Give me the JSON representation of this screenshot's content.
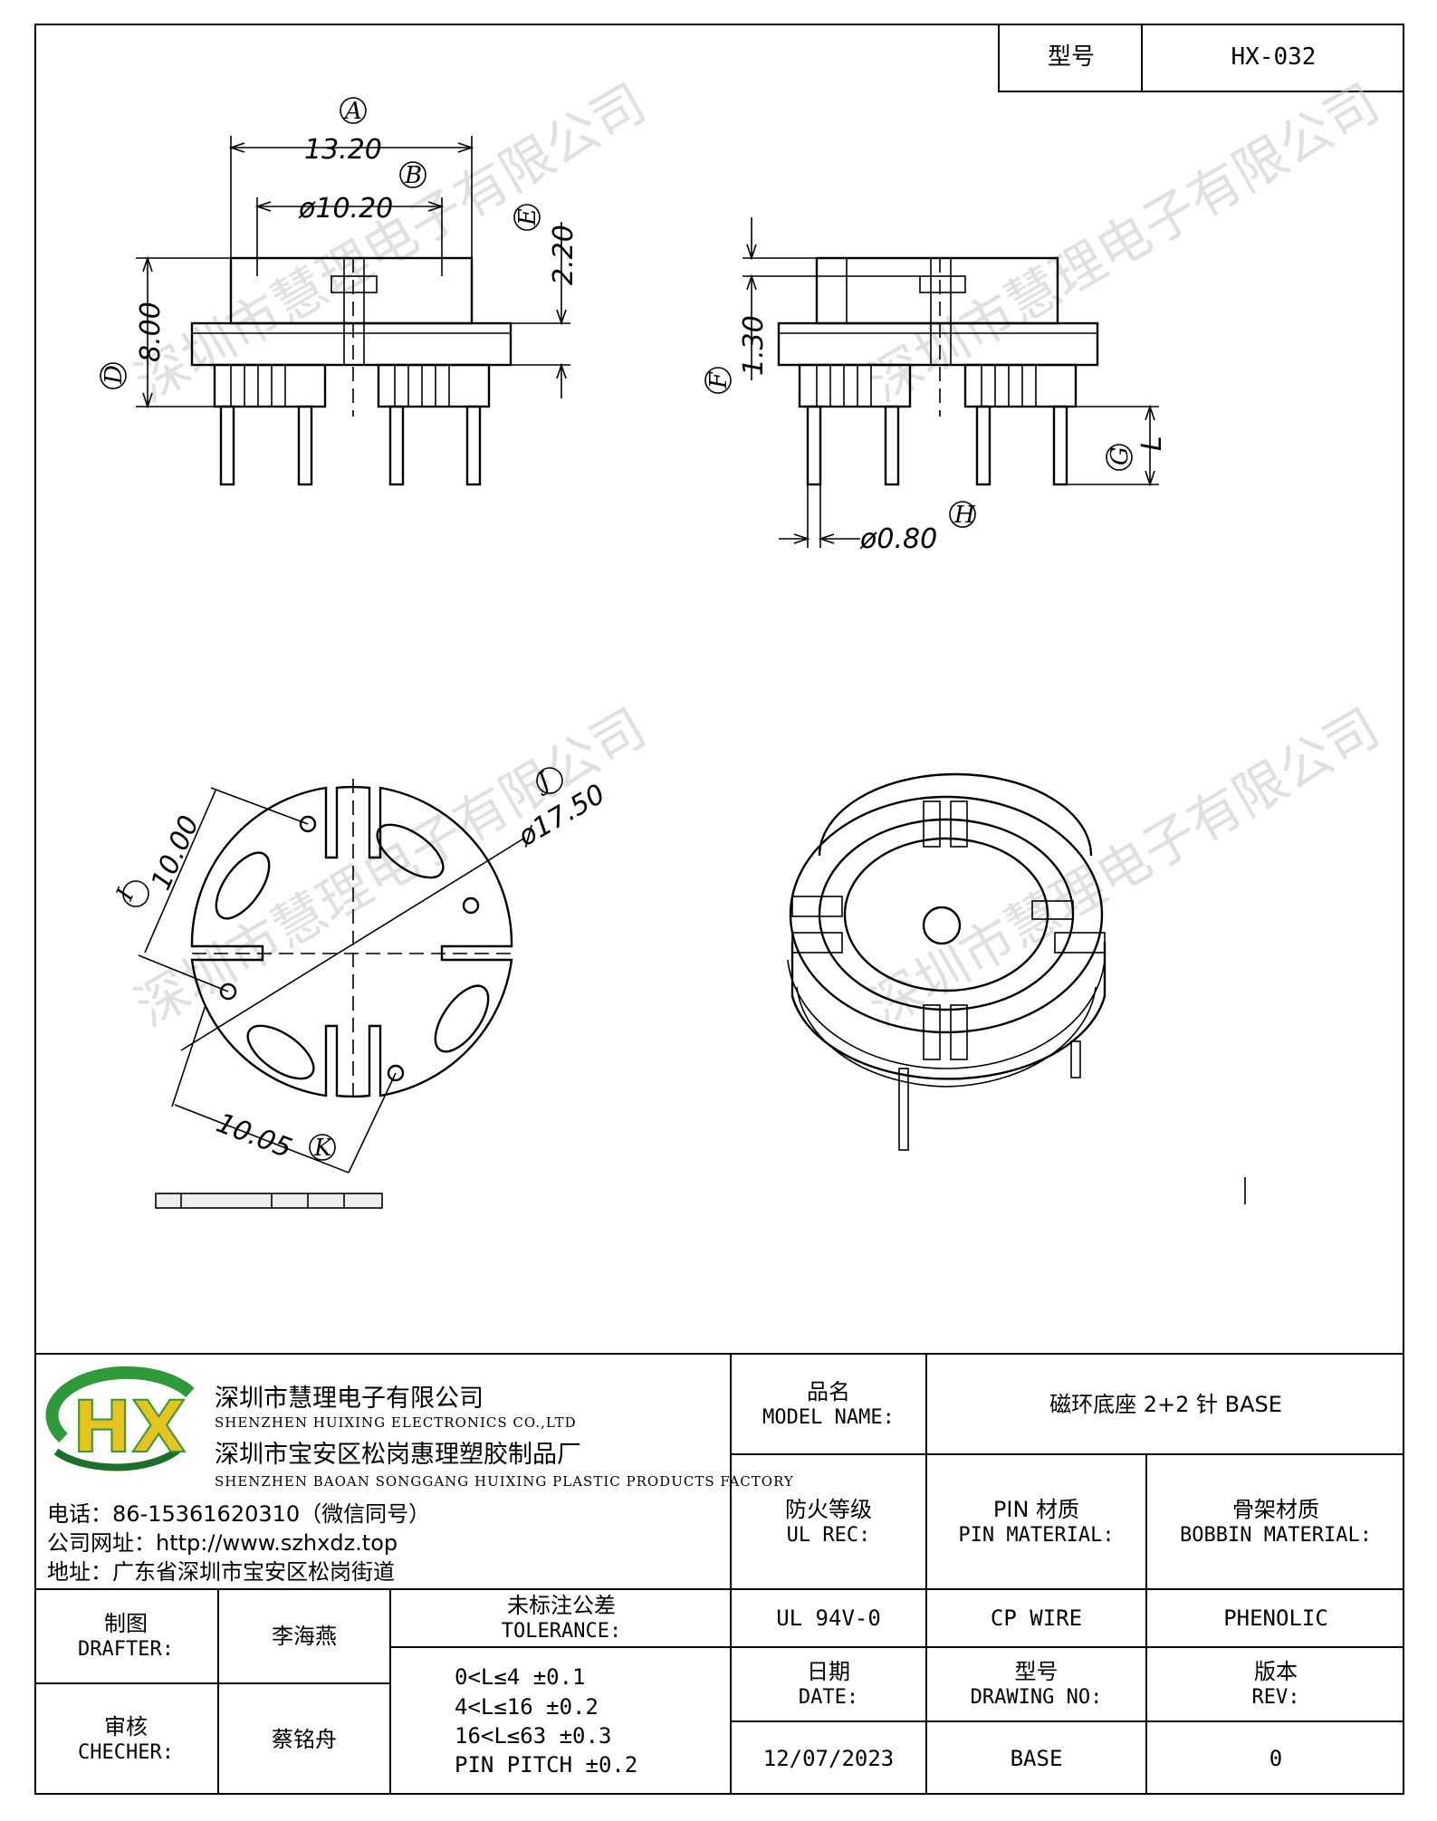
{
  "header": {
    "model_label": "型号",
    "model_value": "HX-032"
  },
  "dimensions": {
    "A": "13.20",
    "B": "ø10.20",
    "D": "8.00",
    "E": "2.20",
    "F": "1.30",
    "G": "L",
    "H": "ø0.80",
    "I": "10.00",
    "J": "ø17.50",
    "K": "10.05"
  },
  "dimension_labels": {
    "A": "A",
    "B": "B",
    "D": "D",
    "E": "E",
    "F": "F",
    "G": "G",
    "H": "H",
    "I": "I",
    "J": "J",
    "K": "K"
  },
  "watermark": "深圳市慧理电子有限公司",
  "company": {
    "logo_text": "HX",
    "name_cn": "深圳市慧理电子有限公司",
    "name_en": "SHENZHEN HUIXING ELECTRONICS CO.,LTD",
    "factory_cn": "深圳市宝安区松岗惠理塑胶制品厂",
    "factory_en": "SHENZHEN BAOAN SONGGANG HUIXING PLASTIC PRODUCTS FACTORY",
    "phone": "电话：86-15361620310（微信同号）",
    "website": "公司网址：http://www.szhxdz.top",
    "address": "地址：广东省深圳市宝安区松岗街道"
  },
  "title_block": {
    "model_name_cn": "品名",
    "model_name_en": "MODEL NAME:",
    "model_name_value": "磁环底座 2+2 针 BASE",
    "ul_rec_cn": "防火等级",
    "ul_rec_en": "UL REC:",
    "pin_material_cn": "PIN 材质",
    "pin_material_en": "PIN MATERIAL:",
    "bobbin_material_cn": "骨架材质",
    "bobbin_material_en": "BOBBIN MATERIAL:",
    "ul_value": "UL 94V-0",
    "pin_value": "CP WIRE",
    "bobbin_value": "PHENOLIC",
    "drafter_cn": "制图",
    "drafter_en": "DRAFTER:",
    "drafter_name": "李海燕",
    "checker_cn": "审核",
    "checker_en": "CHECHER:",
    "checker_name": "蔡铭舟",
    "tolerance_cn": "未标注公差",
    "tolerance_en": "TOLERANCE:",
    "tolerance_rows": [
      "0<L≤4   ±0.1",
      "4<L≤16  ±0.2",
      "16<L≤63  ±0.3",
      "PIN PITCH ±0.2"
    ],
    "date_cn": "日期",
    "date_en": "DATE:",
    "drawing_no_cn": "型号",
    "drawing_no_en": "DRAWING NO:",
    "rev_cn": "版本",
    "rev_en": "REV:",
    "date_value": "12/07/2023",
    "drawing_no_value": "BASE",
    "rev_value": "0"
  },
  "colors": {
    "logo_green": "#2e9a3a",
    "logo_yellow": "#e8c21e",
    "logo_dark_green": "#1f6f2c",
    "watermark": "#c8c8c8"
  }
}
